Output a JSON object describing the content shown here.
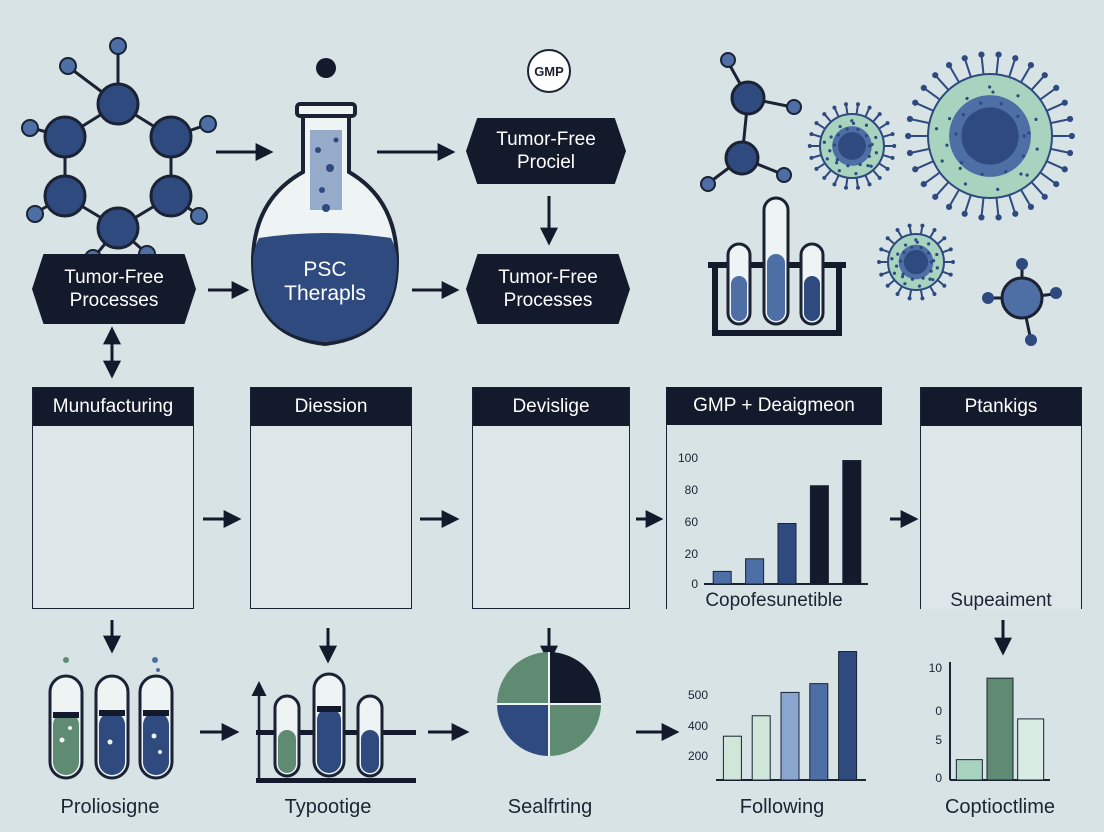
{
  "badge": "GMP",
  "center_flask": "PSC\nTherapls",
  "hex_top_right": "Tumor-Free\nProciel",
  "hex_left": "Tumor-Free\nProcesses",
  "hex_right": "Tumor-Free\nProcesses",
  "panels": [
    {
      "header": "Munufacturing"
    },
    {
      "header": "Diession"
    },
    {
      "header": "Devislige"
    },
    {
      "header": "GMP + Deaigmeon",
      "caption": "Copofesunetible"
    },
    {
      "header": "Ptankigs",
      "caption": "Supeaiment"
    }
  ],
  "bottom_labels": [
    "Proliosigne",
    "Typootige",
    "Sealfrting",
    "Following",
    "Coptioctlime"
  ],
  "colors": {
    "navy": "#131a2c",
    "blue": "#2e4a7f",
    "mid_blue": "#4e6fa6",
    "green": "#5f8b73",
    "light_green": "#a7d3bf",
    "bg": "#d8e3e6"
  },
  "chart_data": [
    {
      "type": "bar",
      "yticks": [
        "100",
        "80",
        "60",
        "20",
        "0"
      ],
      "values": [
        10,
        20,
        48,
        78,
        98
      ],
      "ylim": [
        0,
        100
      ],
      "colors": [
        "#4e6fa6",
        "#4e6fa6",
        "#2e4a7f",
        "#131a2c",
        "#131a2c"
      ]
    },
    {
      "type": "bar",
      "yticks": [
        "500",
        "400",
        "200"
      ],
      "values": [
        250,
        320,
        400,
        430,
        540
      ],
      "ylim": [
        100,
        600
      ],
      "colors": [
        "#cfe6d9",
        "#cfe6d9",
        "#8aa6cf",
        "#4e6fa6",
        "#2e4a7f"
      ]
    },
    {
      "type": "bar",
      "yticks": [
        "10",
        "0",
        "5",
        "0"
      ],
      "values": [
        2,
        10,
        6
      ],
      "ylim": [
        0,
        11
      ],
      "colors": [
        "#a7d3bf",
        "#5f8b73",
        "#d9ece3"
      ]
    }
  ]
}
